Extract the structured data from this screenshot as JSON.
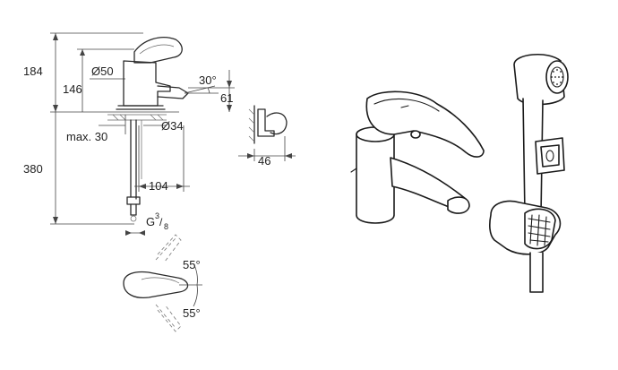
{
  "colors": {
    "line": "#2a2a2a",
    "dimension": "#444444",
    "background": "#ffffff"
  },
  "dimensions": {
    "h184": "184",
    "h146": "146",
    "dia50": "Ø50",
    "angle30": "30°",
    "h61": "61",
    "max30": "max. 30",
    "dia34": "Ø34",
    "h380": "380",
    "w104": "104",
    "w46": "46",
    "thread_g": "G",
    "thread_num": "3",
    "thread_slash": "/",
    "thread_den": "8",
    "angle55_top": "55°",
    "angle55_bottom": "55°"
  }
}
